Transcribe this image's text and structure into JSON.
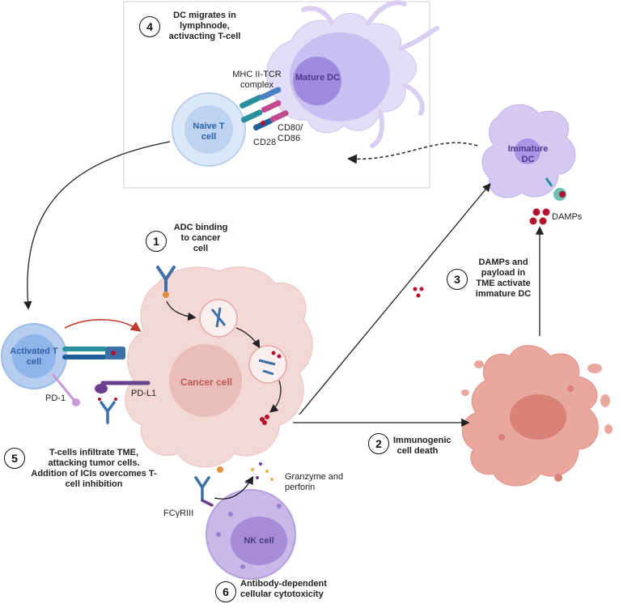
{
  "steps": [
    {
      "number": "1",
      "text": "ADC binding to cancer cell"
    },
    {
      "number": "2",
      "text": "Immunogenic cell death"
    },
    {
      "number": "3",
      "text": "DAMPs and payload in TME activate immature DC"
    },
    {
      "number": "4",
      "text": "DC migrates in lymphnode, activacting T-cell"
    },
    {
      "number": "5",
      "text": "T-cells infiltrate TME, attacking tumor cells. Addition of ICIs  overcomes T-cell inhibition"
    },
    {
      "number": "6",
      "text": "Antibody-dependent cellular cytotoxicity"
    }
  ],
  "cells": {
    "mature_dc": "Mature DC",
    "naive_t": "Naive T cell",
    "immature_dc": "Immature DC",
    "activated_t": "Activated T cell",
    "cancer": "Cancer cell",
    "nk": "NK cell"
  },
  "molecules": {
    "mhc_tcr": "MHC II-TCR complex",
    "cd80": "CD80/ CD86",
    "cd28": "CD28",
    "damps": "DAMPs",
    "pd1": "PD-1",
    "pdl1": "PD-L1",
    "fcr": "FCγRIII",
    "granzyme": "Granzyme and perforin"
  },
  "colors": {
    "cancer_fill": "#f4d8d6",
    "cancer_text": "#c0574e",
    "dc_fill": "#c9bff0",
    "dc_core": "#9d8be0",
    "t_fill": "#bcd3f2",
    "t_core": "#8fb4ea",
    "t_text": "#2f5fa8",
    "nk_fill": "#c9b8e8",
    "dead_fill": "#eaa79e",
    "damp_red": "#b3122e",
    "antibody_blue": "#3d6fa8",
    "arrow_red": "#c23b2d"
  }
}
